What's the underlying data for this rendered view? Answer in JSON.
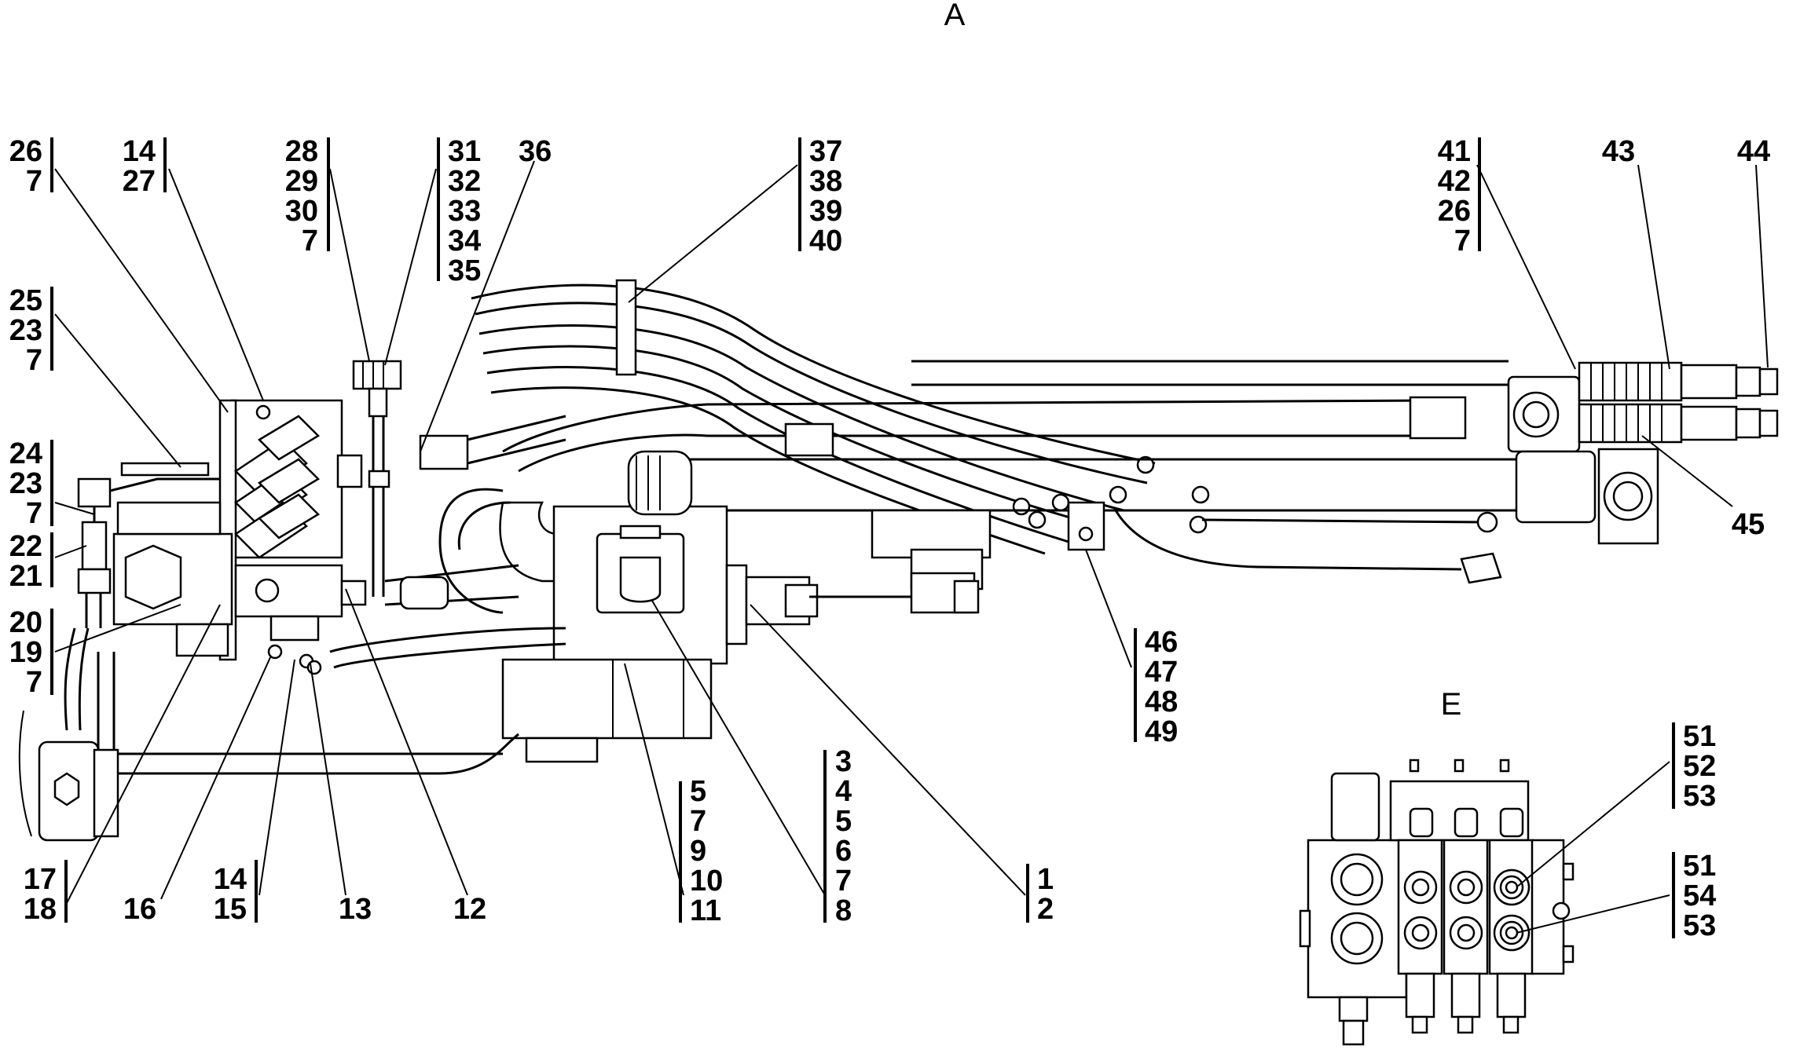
{
  "view_labels": {
    "main": "A",
    "detail": "E"
  },
  "callouts": [
    {
      "id": "c1",
      "numbers": [
        "26",
        "7"
      ]
    },
    {
      "id": "c2",
      "numbers": [
        "14",
        "27"
      ]
    },
    {
      "id": "c3",
      "numbers": [
        "28",
        "29",
        "30",
        "7"
      ]
    },
    {
      "id": "c4",
      "numbers": [
        "31",
        "32",
        "33",
        "34",
        "35"
      ]
    },
    {
      "id": "c5",
      "numbers": [
        "36"
      ]
    },
    {
      "id": "c6",
      "numbers": [
        "37",
        "38",
        "39",
        "40"
      ]
    },
    {
      "id": "c7",
      "numbers": [
        "41",
        "42",
        "26",
        "7"
      ]
    },
    {
      "id": "c8",
      "numbers": [
        "43"
      ]
    },
    {
      "id": "c9",
      "numbers": [
        "44"
      ]
    },
    {
      "id": "c10",
      "numbers": [
        "25",
        "23",
        "7"
      ]
    },
    {
      "id": "c11",
      "numbers": [
        "24",
        "23",
        "7"
      ]
    },
    {
      "id": "c12",
      "numbers": [
        "22",
        "21"
      ]
    },
    {
      "id": "c13",
      "numbers": [
        "20",
        "19",
        "7"
      ]
    },
    {
      "id": "c14",
      "numbers": [
        "45"
      ]
    },
    {
      "id": "c15",
      "numbers": [
        "46",
        "47",
        "48",
        "49"
      ]
    },
    {
      "id": "c16",
      "numbers": [
        "17",
        "18"
      ]
    },
    {
      "id": "c17",
      "numbers": [
        "16"
      ]
    },
    {
      "id": "c18",
      "numbers": [
        "14",
        "15"
      ]
    },
    {
      "id": "c19",
      "numbers": [
        "13"
      ]
    },
    {
      "id": "c20",
      "numbers": [
        "12"
      ]
    },
    {
      "id": "c21",
      "numbers": [
        "5",
        "7",
        "9",
        "10",
        "11"
      ]
    },
    {
      "id": "c22",
      "numbers": [
        "3",
        "4",
        "5",
        "6",
        "7",
        "8"
      ]
    },
    {
      "id": "c23",
      "numbers": [
        "1",
        "2"
      ]
    },
    {
      "id": "c24",
      "numbers": [
        "51",
        "52",
        "53"
      ]
    },
    {
      "id": "c25",
      "numbers": [
        "51",
        "54",
        "53"
      ]
    }
  ]
}
